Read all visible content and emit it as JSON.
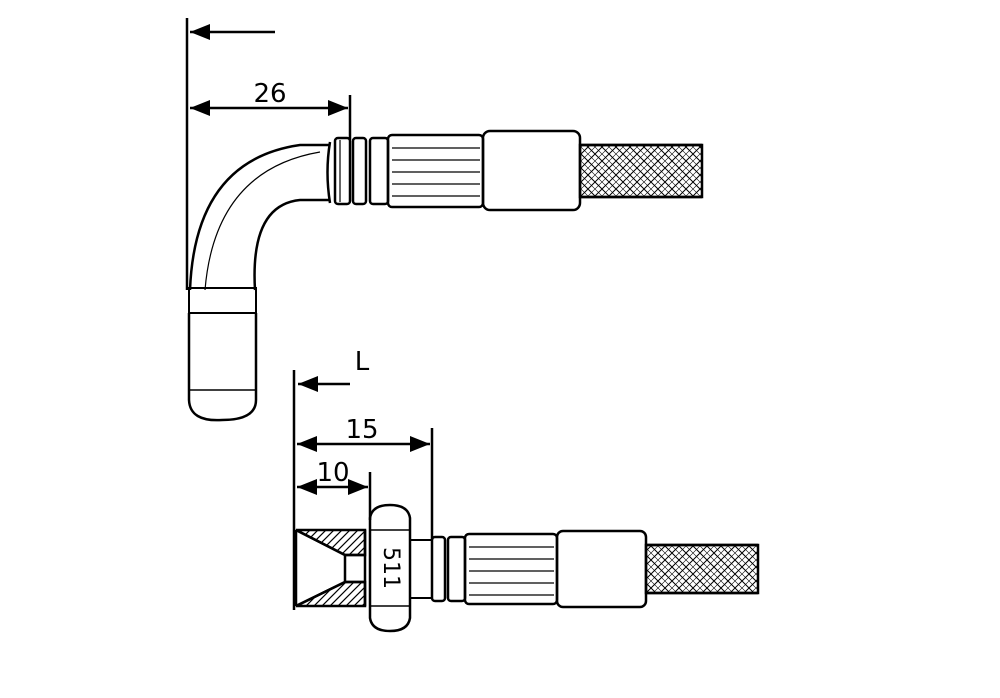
{
  "diagram": {
    "upper_fitting": {
      "dimension_label": "26"
    },
    "lower_fitting": {
      "length_symbol": "L",
      "dimension_long": "15",
      "dimension_short": "10",
      "nut_marking": "511"
    }
  },
  "colors": {
    "line": "#000000",
    "background": "#ffffff"
  }
}
